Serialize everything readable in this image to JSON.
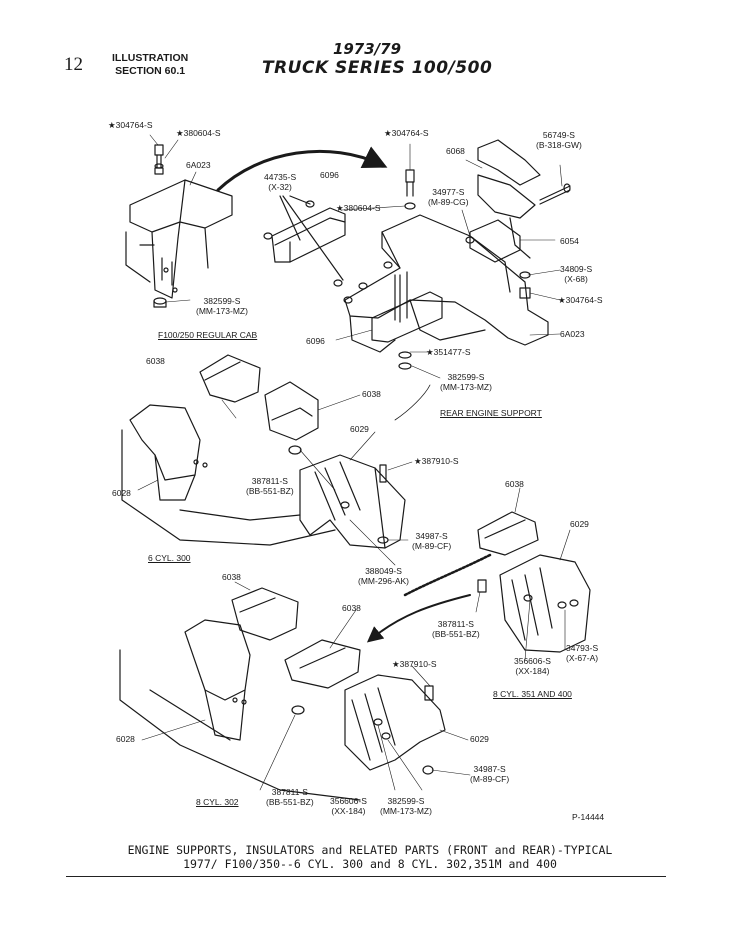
{
  "header": {
    "page_number": "12",
    "illustration_line1": "ILLUSTRATION",
    "illustration_line2": "SECTION 60.1",
    "title_years": "1973/79",
    "title_series": "TRUCK SERIES 100/500"
  },
  "labels": {
    "l304764_a": "★304764-S",
    "l380604_a": "★380604-S",
    "l6a023_a": "6A023",
    "l44735": "44735-S",
    "lx32": "(X-32)",
    "l6096_a": "6096",
    "l380604_b": "★380604-S",
    "l304764_b": "★304764-S",
    "l6068": "6068",
    "l34977": "34977-S",
    "lm89cg": "(M-89-CG)",
    "l56749": "56749-S",
    "lb318": "(B-318-GW)",
    "l6054": "6054",
    "l34809": "34809-S",
    "lx68": "(X-68)",
    "l304764_c": "★304764-S",
    "l382599_a": "382599-S",
    "lmm173_a": "(MM-173-MZ)",
    "l6096_b": "6096",
    "l351477": "★351477-S",
    "l6a023_b": "6A023",
    "l382599_b": "382599-S",
    "lmm173_b": "(MM-173-MZ)",
    "l6038_a": "6038",
    "l6038_b": "6038",
    "l6029_a": "6029",
    "l387910_a": "★387910-S",
    "l387811_a": "387811-S",
    "lbb551_a": "(BB-551-BZ)",
    "l6028_a": "6028",
    "l6038_c": "6038",
    "l6029_b": "6029",
    "l34987_a": "34987-S",
    "lm89cf_a": "(M-89-CF)",
    "l388049": "388049-S",
    "lmm296": "(MM-296-AK)",
    "l6038_d": "6038",
    "l6038_e": "6038",
    "l387811_b": "387811-S",
    "lbb551_b": "(BB-551-BZ)",
    "l356606_a": "356606-S",
    "lxx184_a": "(XX-184)",
    "l34793": "34793-S",
    "lx67a": "(X-67-A)",
    "l387910_b": "★387910-S",
    "l6028_b": "6028",
    "l6029_c": "6029",
    "l34987_b": "34987-S",
    "lm89cf_b": "(M-89-CF)",
    "l387811_c": "387811-S",
    "lbb551_c": "(BB-551-BZ)",
    "l356606_b": "356606-S",
    "lxx184_b": "(XX-184)",
    "l382599_c": "382599-S",
    "lmm173_c": "(MM-173-MZ)"
  },
  "sections": {
    "f100": "F100/250 REGULAR CAB",
    "rear": "REAR ENGINE SUPPORT",
    "six": "6 CYL. 300",
    "v8_351": "8 CYL. 351 AND 400",
    "v8_302": "8 CYL. 302"
  },
  "figure_number": "P-14444",
  "caption": {
    "line1": "ENGINE SUPPORTS, INSULATORS and RELATED PARTS (FRONT and REAR)-TYPICAL",
    "line2": "1977/  F100/350--6 CYL. 300 and 8 CYL. 302,351M and 400"
  }
}
